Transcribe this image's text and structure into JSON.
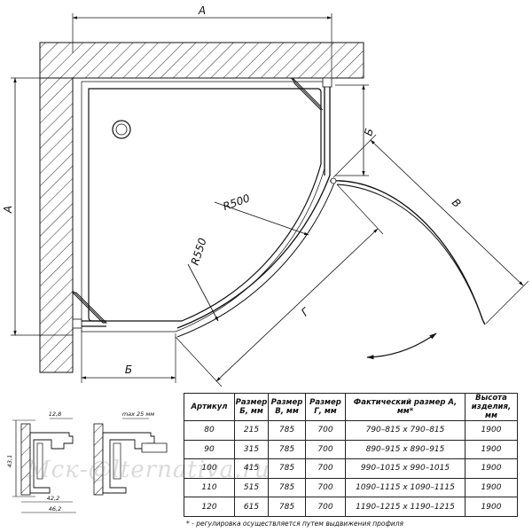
{
  "plan": {
    "dim_a_top": "A",
    "dim_a_left": "A",
    "dim_b": "Б",
    "dim_v": "В",
    "dim_g": "Г",
    "radius_inner": "R500",
    "radius_outer": "R550"
  },
  "profile": {
    "dim_12_8": "12,8",
    "dim_43_1": "43,1",
    "dim_42_2": "42,2",
    "dim_46_2": "46,2",
    "dim_max": "max 25 мм"
  },
  "table": {
    "headers": [
      "Артикул",
      "Размер Б, мм",
      "Размер В, мм",
      "Размер Г, мм",
      "Фактический размер А, мм*",
      "Высота изделия, мм"
    ],
    "rows": [
      [
        "80",
        "215",
        "785",
        "700",
        "790–815 х 790–815",
        "1900"
      ],
      [
        "90",
        "315",
        "785",
        "700",
        "890–915 х 890–915",
        "1900"
      ],
      [
        "100",
        "415",
        "785",
        "700",
        "990–1015 х 990–1015",
        "1900"
      ],
      [
        "110",
        "515",
        "785",
        "700",
        "1090–1115 х 1090–1115",
        "1900"
      ],
      [
        "120",
        "615",
        "785",
        "700",
        "1190–1215 х 1190–1215",
        "1900"
      ]
    ]
  },
  "footnote": "* - регулировка осуществляется путем выдвижения профиля",
  "watermark": "Мск-@lternativa.ru",
  "colors": {
    "line": "#111111",
    "paper": "#ffffff"
  }
}
